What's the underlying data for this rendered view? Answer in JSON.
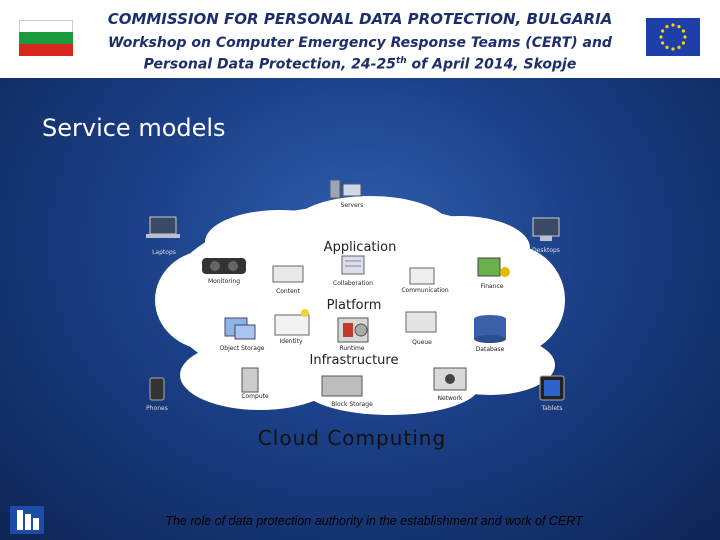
{
  "header": {
    "line1": "COMMISSION FOR PERSONAL DATA PROTECTION, BULGARIA",
    "line2": "Workshop on Computer Emergency Response Teams (CERT) and",
    "line3_a": "Personal Data Protection, 24-25",
    "line3_sup": "th",
    "line3_b": " of April 2014, Skopje"
  },
  "slide": {
    "title": "Service models"
  },
  "diagram": {
    "caption": "Cloud Computing",
    "layers": {
      "application": "Application",
      "platform": "Platform",
      "infrastructure": "Infrastructure"
    },
    "labels": {
      "servers": "Servers",
      "laptops": "Laptops",
      "desktops": "Desktops",
      "monitoring": "Monitoring",
      "content": "Content",
      "collaboration": "Collaboration",
      "communication": "Communication",
      "finance": "Finance",
      "object_storage": "Object Storage",
      "identity": "Identity",
      "runtime": "Runtime",
      "queue": "Queue",
      "database": "Database",
      "compute": "Compute",
      "block_storage": "Block Storage",
      "network": "Network",
      "phones": "Phones",
      "tablets": "Tablets"
    }
  },
  "footer": {
    "text": "The role of data protection authority in the establishment and work of CERT"
  },
  "colors": {
    "header_text": "#1d2f6b",
    "bg_dark": "#0d2556",
    "bg_light": "#2f5fb0"
  }
}
